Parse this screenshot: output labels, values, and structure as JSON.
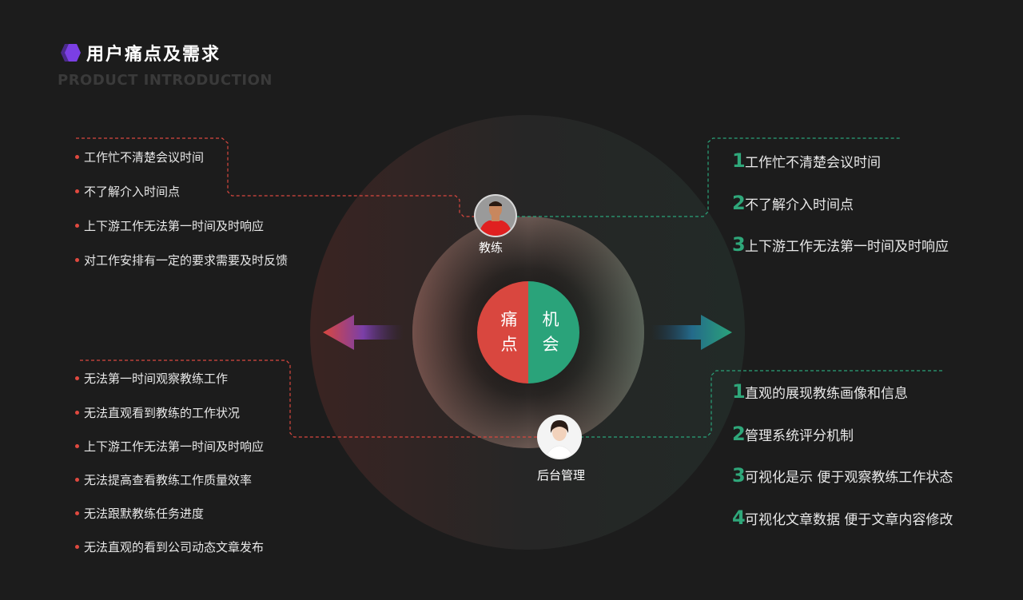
{
  "header": {
    "title": "用户痛点及需求",
    "subtitle": "PRODUCT INTRODUCTION",
    "icon": "hexagon-icon"
  },
  "colors": {
    "background": "#1c1c1c",
    "pain_red": "#d9473f",
    "opportunity_green": "#2aa37a",
    "accent_purple": "#7b3fe4"
  },
  "center": {
    "pain_label": "痛点",
    "pain_chars": [
      "痛",
      "点"
    ],
    "opportunity_label": "机会",
    "opportunity_chars": [
      "机",
      "会"
    ]
  },
  "roles": {
    "coach": {
      "label": "教练",
      "icon": "coach-avatar-icon"
    },
    "admin": {
      "label": "后台管理",
      "icon": "admin-avatar-icon"
    }
  },
  "coach_pain_points": [
    "工作忙不清楚会议时间",
    "不了解介入时间点",
    "上下游工作无法第一时间及时响应",
    "对工作安排有一定的要求需要及时反馈"
  ],
  "admin_pain_points": [
    "无法第一时间观察教练工作",
    "无法直观看到教练的工作状况",
    "上下游工作无法第一时间及时响应",
    "无法提高查看教练工作质量效率",
    "无法跟默教练任务进度",
    "无法直观的看到公司动态文章发布"
  ],
  "coach_opportunities": [
    {
      "num": "1",
      "text": "工作忙不清楚会议时间"
    },
    {
      "num": "2",
      "text": "不了解介入时间点"
    },
    {
      "num": "3",
      "text": "上下游工作无法第一时间及时响应"
    }
  ],
  "admin_opportunities": [
    {
      "num": "1",
      "text": "直观的展现教练画像和信息"
    },
    {
      "num": "2",
      "text": "管理系统评分机制"
    },
    {
      "num": "3",
      "text": "可视化是示  便于观察教练工作状态"
    },
    {
      "num": "4",
      "text": "可视化文章数据  便于文章内容修改"
    }
  ]
}
